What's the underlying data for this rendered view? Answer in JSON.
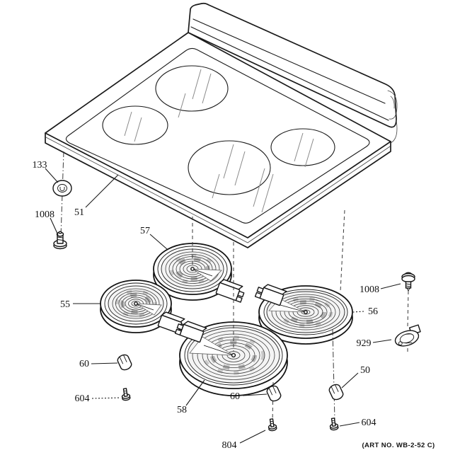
{
  "diagram": {
    "art_note": "(ART NO. WB-2-52 C)",
    "callouts": {
      "c133": "133",
      "c1008_left": "1008",
      "c51": "51",
      "c57": "57",
      "c55": "55",
      "c60_left": "60",
      "c604_left": "604",
      "c58": "58",
      "c60_center": "60",
      "c804": "804",
      "c1008_right": "1008",
      "c56": "56",
      "c929": "929",
      "c50": "50",
      "c604_right": "604"
    }
  }
}
